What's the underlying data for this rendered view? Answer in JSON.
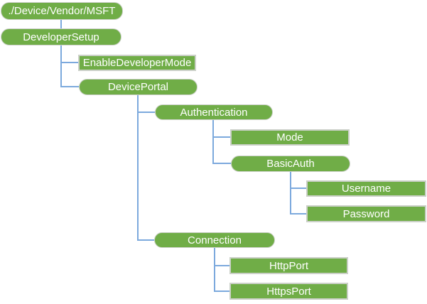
{
  "diagram_type": "tree",
  "colors": {
    "node_fill": "#70AD47",
    "node_border": "#CBD0C8",
    "node_text": "#FFFFFF",
    "connector": "#7CA9DD",
    "background": "#FFFFFF"
  },
  "nodes": [
    {
      "label": "./Device/Vendor/MSFT",
      "shape": "pill",
      "parent": null
    },
    {
      "label": "DeveloperSetup",
      "shape": "pill",
      "parent": "./Device/Vendor/MSFT"
    },
    {
      "label": "EnableDeveloperMode",
      "shape": "rect",
      "parent": "DeveloperSetup"
    },
    {
      "label": "DevicePortal",
      "shape": "pill",
      "parent": "DeveloperSetup"
    },
    {
      "label": "Authentication",
      "shape": "pill",
      "parent": "DevicePortal"
    },
    {
      "label": "Mode",
      "shape": "rect",
      "parent": "Authentication"
    },
    {
      "label": "BasicAuth",
      "shape": "pill",
      "parent": "Authentication"
    },
    {
      "label": "Username",
      "shape": "rect",
      "parent": "BasicAuth"
    },
    {
      "label": "Password",
      "shape": "rect",
      "parent": "BasicAuth"
    },
    {
      "label": "Connection",
      "shape": "pill",
      "parent": "DevicePortal"
    },
    {
      "label": "HttpPort",
      "shape": "rect",
      "parent": "Connection"
    },
    {
      "label": "HttpsPort",
      "shape": "rect",
      "parent": "Connection"
    }
  ]
}
